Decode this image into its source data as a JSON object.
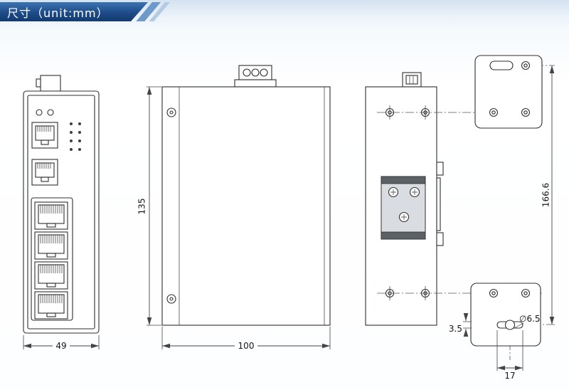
{
  "header": {
    "title": "尺寸（unit:mm）"
  },
  "dimensions": {
    "front_width": "49",
    "body_height": "135",
    "body_depth": "100",
    "overall_height": "166.6",
    "bracket_edge_offset": "3.5",
    "bracket_hole_diameter": "∅6.5",
    "bracket_slot_length": "17"
  }
}
